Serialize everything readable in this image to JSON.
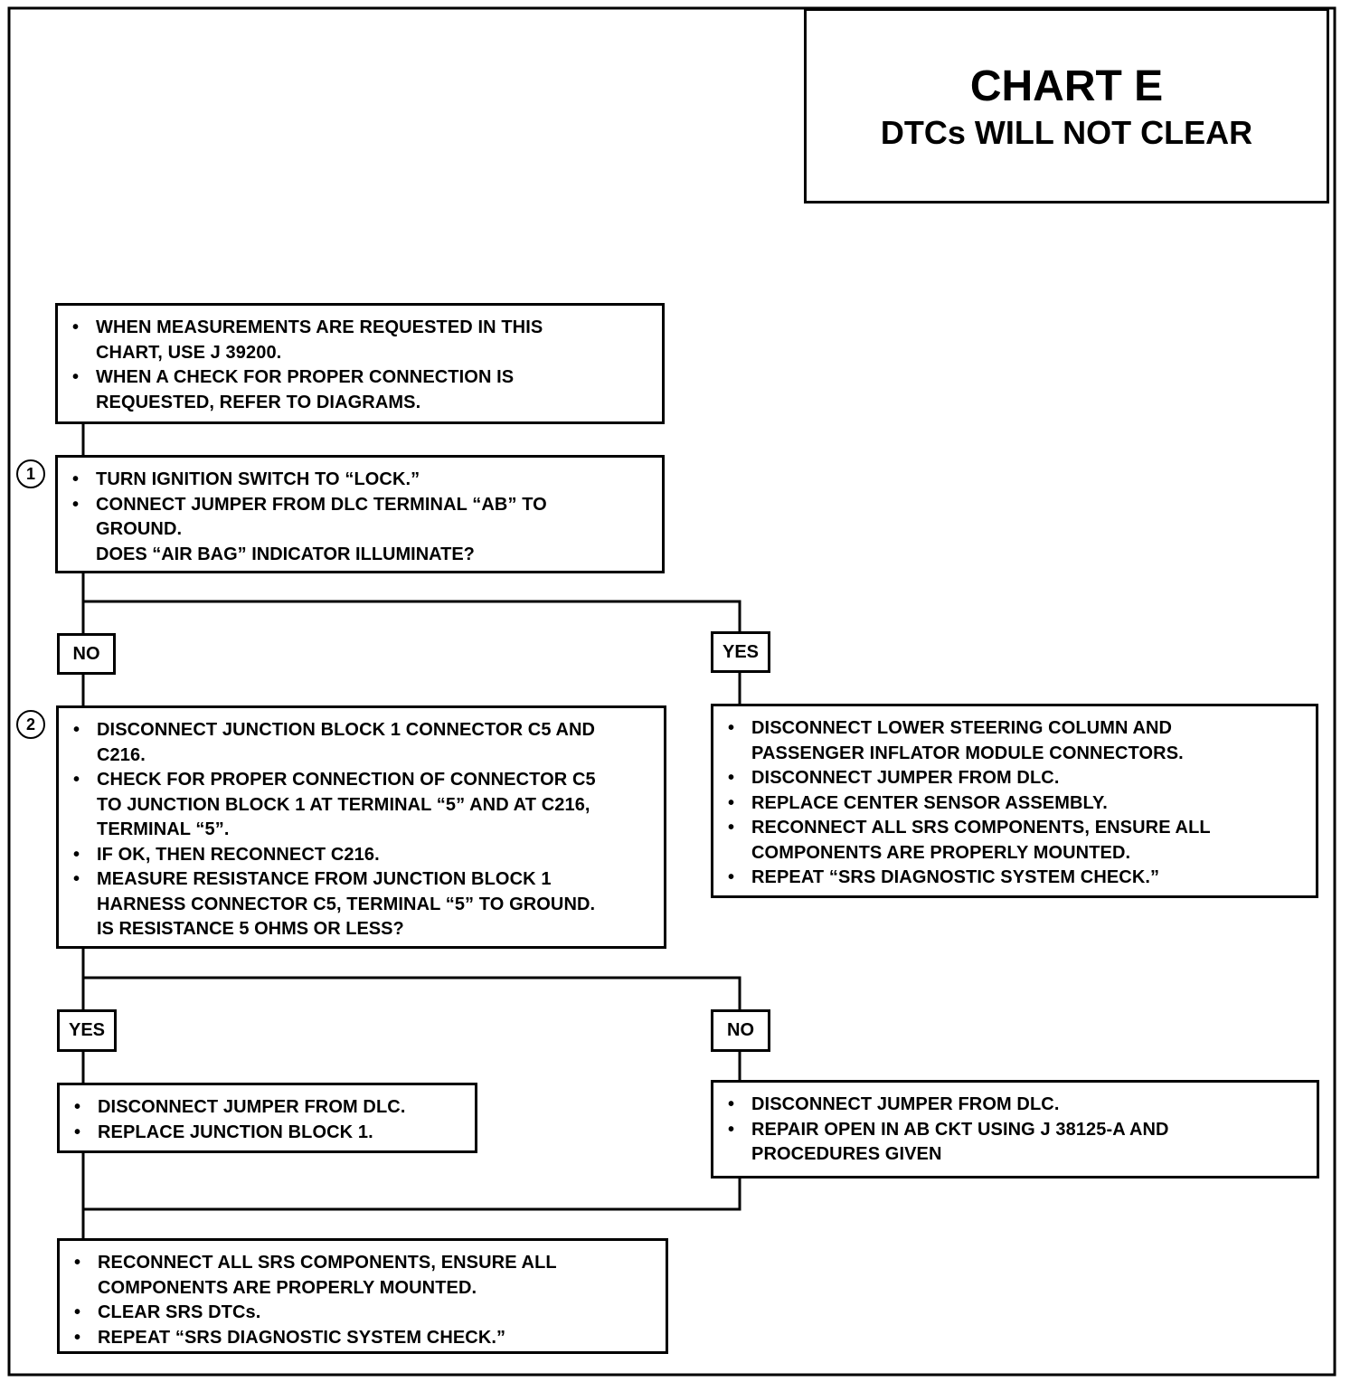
{
  "chart": {
    "title": "CHART E",
    "subtitle": "DTCs WILL NOT CLEAR"
  },
  "intro": {
    "items": [
      "WHEN MEASUREMENTS ARE REQUESTED IN THIS\nCHART, USE J 39200.",
      "WHEN A CHECK FOR PROPER CONNECTION IS\nREQUESTED, REFER TO  DIAGRAMS."
    ]
  },
  "step1": {
    "number": "1",
    "items": [
      "TURN IGNITION SWITCH TO “LOCK.”",
      "CONNECT JUMPER FROM DLC TERMINAL “AB” TO\nGROUND."
    ],
    "question": "DOES “AIR BAG” INDICATOR ILLUMINATE?"
  },
  "branch1": {
    "no_label": "NO",
    "yes_label": "YES"
  },
  "step2": {
    "number": "2",
    "items": [
      "DISCONNECT JUNCTION BLOCK 1 CONNECTOR C5 AND\nC216.",
      "CHECK FOR PROPER CONNECTION OF CONNECTOR C5\nTO JUNCTION BLOCK 1 AT TERMINAL “5” AND AT C216,\nTERMINAL “5”.",
      "IF OK, THEN RECONNECT C216.",
      "MEASURE RESISTANCE FROM JUNCTION BLOCK 1\nHARNESS CONNECTOR C5, TERMINAL “5” TO GROUND."
    ],
    "question": "IS RESISTANCE 5 OHMS OR LESS?"
  },
  "yes_branch1": {
    "items": [
      "DISCONNECT LOWER STEERING COLUMN AND\nPASSENGER INFLATOR MODULE CONNECTORS.",
      "DISCONNECT JUMPER FROM DLC.",
      "REPLACE CENTER SENSOR ASSEMBLY.",
      "RECONNECT ALL SRS COMPONENTS, ENSURE ALL\nCOMPONENTS ARE PROPERLY MOUNTED.",
      "REPEAT “SRS DIAGNOSTIC SYSTEM CHECK.”"
    ]
  },
  "branch2": {
    "yes_label": "YES",
    "no_label": "NO"
  },
  "yes_branch2": {
    "items": [
      "DISCONNECT JUMPER FROM DLC.",
      "REPLACE JUNCTION BLOCK 1."
    ]
  },
  "no_branch2": {
    "items": [
      "DISCONNECT JUMPER FROM DLC.",
      "REPAIR OPEN IN AB CKT USING J 38125-A AND\nPROCEDURES GIVEN"
    ]
  },
  "final": {
    "items": [
      "RECONNECT ALL SRS COMPONENTS, ENSURE ALL\nCOMPONENTS ARE PROPERLY MOUNTED.",
      "CLEAR SRS DTCs.",
      "REPEAT “SRS DIAGNOSTIC SYSTEM CHECK.”"
    ]
  }
}
